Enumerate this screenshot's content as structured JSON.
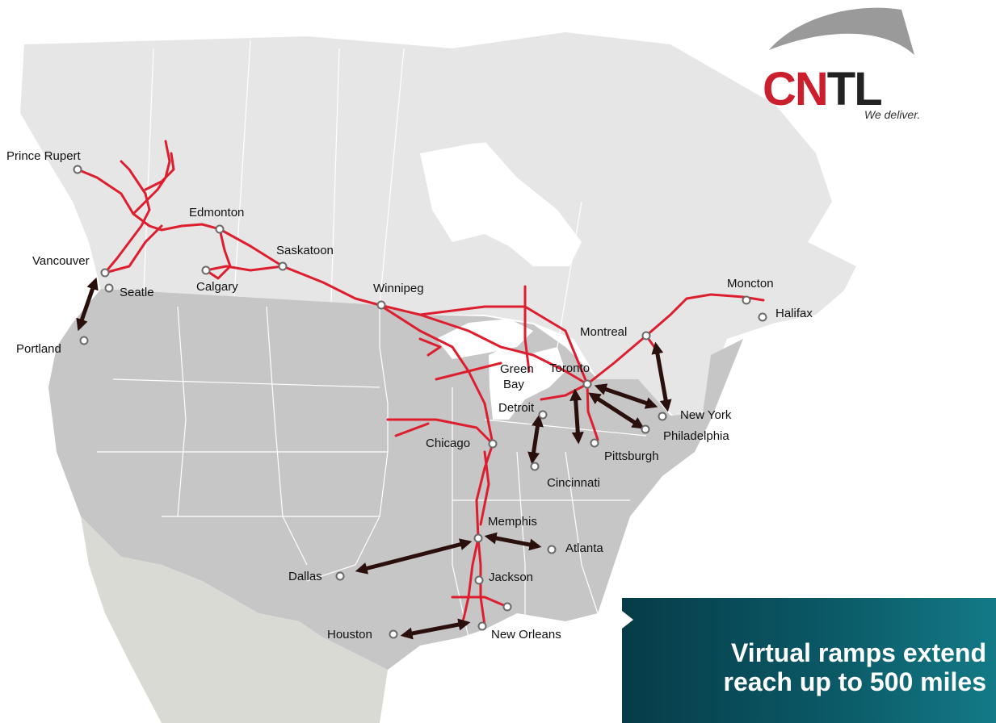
{
  "brand": {
    "logo_prefix": "CN",
    "logo_suffix": "TL",
    "tagline": "We deliver.",
    "logo_red": "#cc1f2d",
    "arc_color": "#9a9a9a"
  },
  "callout": {
    "line1": "Virtual ramps extend",
    "line2": "reach up to 500 miles"
  },
  "colors": {
    "water": "#ffffff",
    "land_canada": "#e6e6e6",
    "land_usa": "#c6c6c6",
    "land_mexico": "#dadad5",
    "borders": "#ffffff",
    "rail": "#dd1e2e",
    "virtual_ramp": "#2a0f0d",
    "terminal_fill": "#ffffff",
    "terminal_stroke": "#6a6a6a"
  },
  "cities": {
    "prince_rupert": "Prince Rupert",
    "edmonton": "Edmonton",
    "saskatoon": "Saskatoon",
    "vancouver": "Vancouver",
    "calgary": "Calgary",
    "seatle": "Seatle",
    "winnipeg": "Winnipeg",
    "portland": "Portland",
    "moncton": "Moncton",
    "halifax": "Halifax",
    "montreal": "Montreal",
    "green": "Green",
    "bay": "Bay",
    "toronto": "Toronto",
    "detroit": "Detroit",
    "new_york": "New York",
    "philadelphia": "Philadelphia",
    "chicago": "Chicago",
    "pittsburgh": "Pittsburgh",
    "cincinnati": "Cincinnati",
    "memphis": "Memphis",
    "atlanta": "Atlanta",
    "dallas": "Dallas",
    "jackson": "Jackson",
    "houston": "Houston",
    "new_orleans": "New Orleans"
  }
}
